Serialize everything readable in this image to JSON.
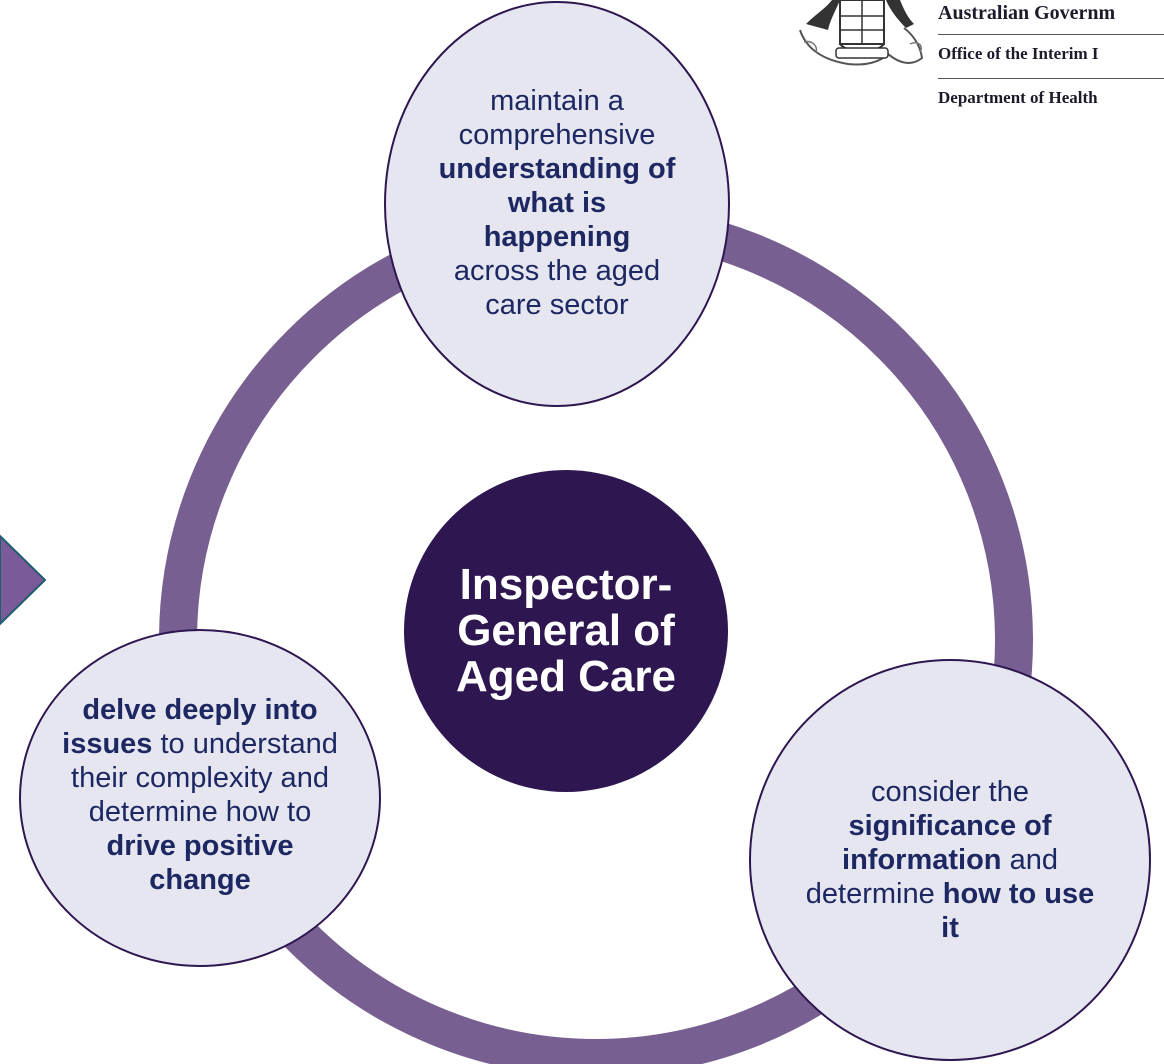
{
  "header": {
    "government": "Australian Governm",
    "office": "Office of the Interim I",
    "department": "Department of Health"
  },
  "center": {
    "title": "Inspector-General of Aged Care"
  },
  "nodes": {
    "top": {
      "t1": "maintain a comprehensive ",
      "b1": "understanding of what is happening",
      "t2": " across the aged care sector"
    },
    "left": {
      "b1": "delve deeply into issues",
      "t1": " to understand their complexity and determine how to ",
      "b2": "drive positive change"
    },
    "right": {
      "t1": "consider the ",
      "b1": "significance of information",
      "t2": " and determine ",
      "b2": "how to use it"
    }
  },
  "colors": {
    "ring": "#775f92",
    "center_fill": "#2e1750",
    "node_fill": "#e6e6f1",
    "node_border": "#2e1750",
    "text": "#1d2761",
    "chevron": "#7a5a98",
    "chevron_border": "#1f5e6f"
  },
  "icons": {
    "crest": "australian-coat-of-arms-icon",
    "chevron": "chevron-right-icon"
  }
}
